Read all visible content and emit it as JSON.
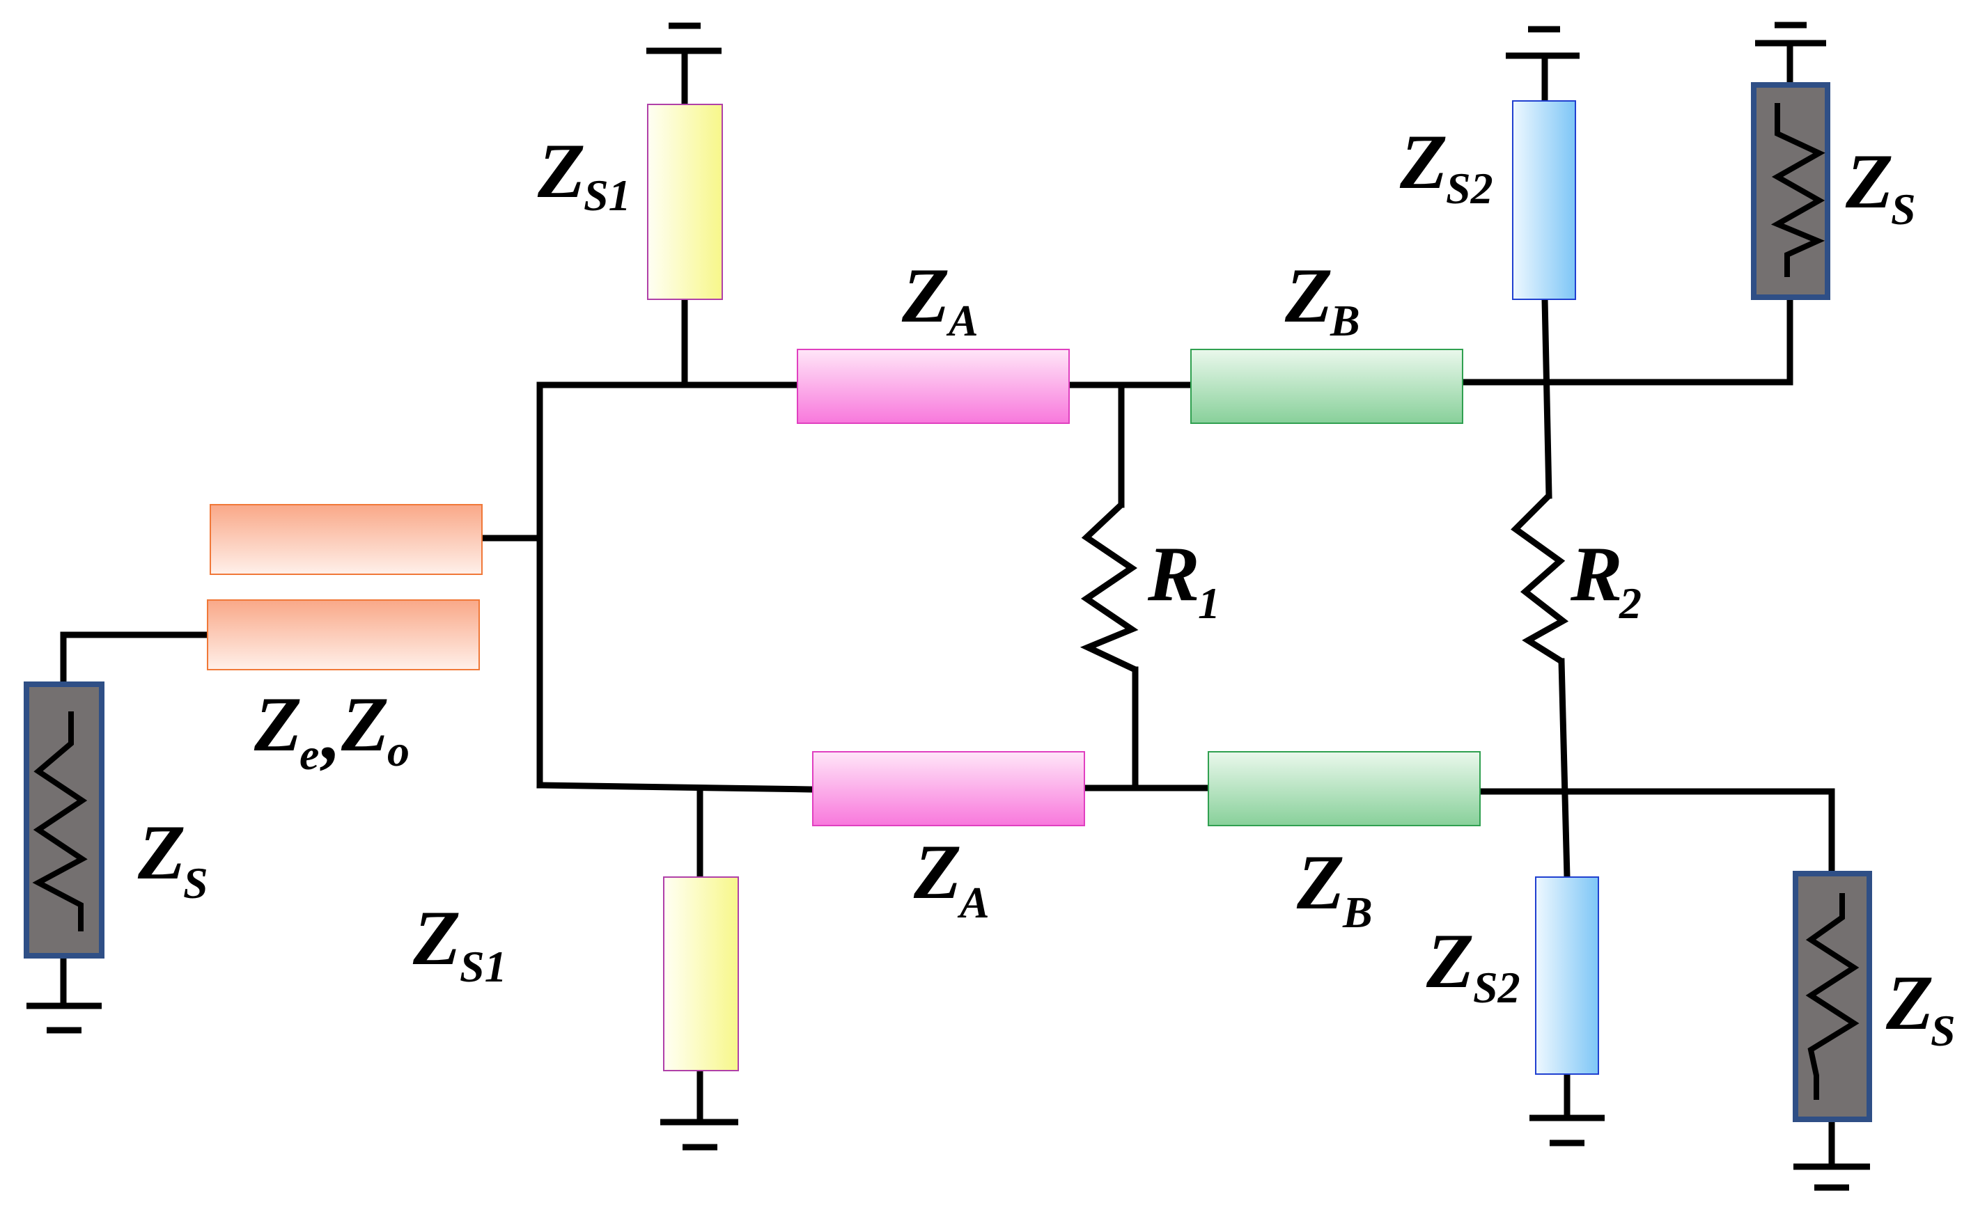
{
  "labels": {
    "zs1_top": {
      "main": "Z",
      "sub": "S1"
    },
    "zs1_bottom": {
      "main": "Z",
      "sub": "S1"
    },
    "za_top": {
      "main": "Z",
      "sub": "A"
    },
    "za_bottom": {
      "main": "Z",
      "sub": "A"
    },
    "zb_top": {
      "main": "Z",
      "sub": "B"
    },
    "zb_bottom": {
      "main": "Z",
      "sub": "B"
    },
    "zs2_top": {
      "main": "Z",
      "sub": "S2"
    },
    "zs2_bottom": {
      "main": "Z",
      "sub": "S2"
    },
    "zs_left": {
      "main": "Z",
      "sub": "S"
    },
    "zs_top_right": {
      "main": "Z",
      "sub": "S"
    },
    "zs_bottom_right": {
      "main": "Z",
      "sub": "S"
    },
    "r1": {
      "main": "R",
      "sub": "1"
    },
    "r2": {
      "main": "R",
      "sub": "2"
    },
    "coupled": {
      "main1": "Z",
      "sub1": "e",
      "sep": ",",
      "main2": "Z",
      "sub2": "o"
    }
  },
  "colors": {
    "zs1": "#fbfb9c",
    "za": "#f890e0",
    "zb": "#9ad8a8",
    "zs2": "#9fd6f8",
    "coupled": "#f9b89a",
    "zs_port": "#747070",
    "zs_port_border": "#2f4f86",
    "wire": "#000000"
  }
}
